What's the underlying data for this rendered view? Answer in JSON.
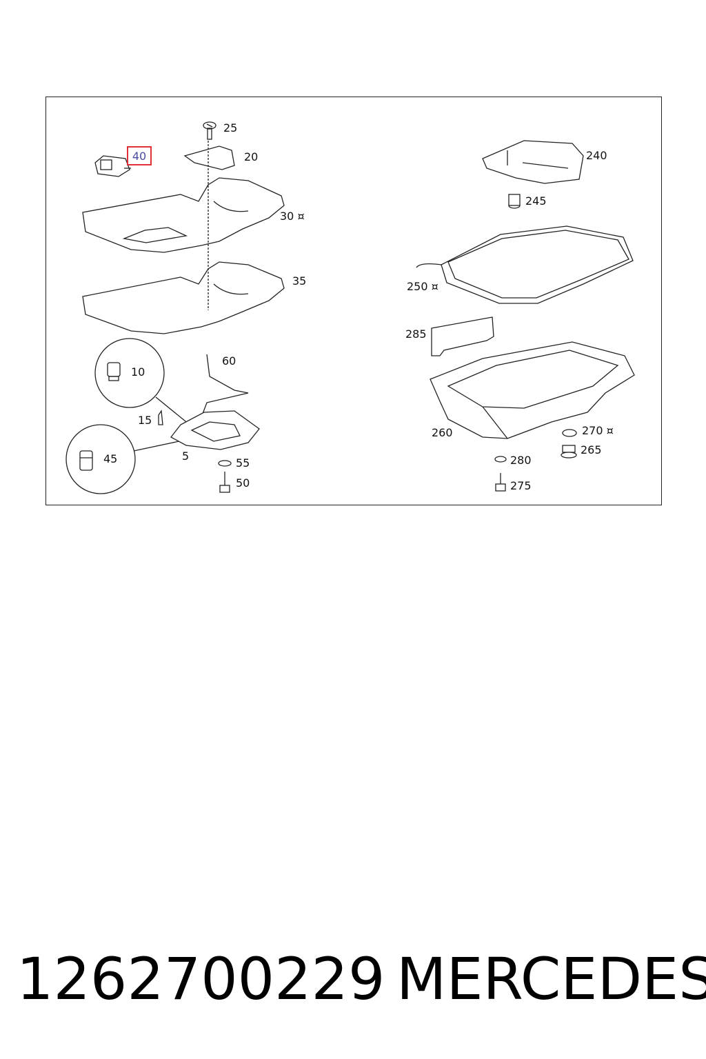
{
  "diagram": {
    "callouts": {
      "c25": "25",
      "c20": "20",
      "c40": "40",
      "c30": "30 ¤",
      "c35": "35",
      "c10": "10",
      "c60": "60",
      "c15": "15",
      "c45": "45",
      "c5": "5",
      "c55": "55",
      "c50": "50",
      "c240": "240",
      "c245": "245",
      "c250": "250 ¤",
      "c285": "285",
      "c260": "260",
      "c270": "270 ¤",
      "c265": "265",
      "c280": "280",
      "c275": "275"
    },
    "highlighted_part": "40",
    "highlight_color": "#e0303a"
  },
  "footer": {
    "part_number": "1262700229",
    "brand": "MERCEDES"
  }
}
